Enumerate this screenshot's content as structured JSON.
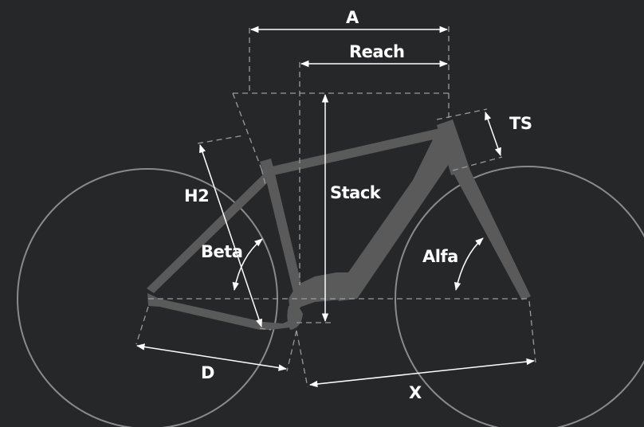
{
  "labels": {
    "a": "A",
    "reach": "Reach",
    "ts": "TS",
    "h2": "H2",
    "stack": "Stack",
    "beta": "Beta",
    "alfa": "Alfa",
    "d": "D",
    "x": "X"
  },
  "colors": {
    "background": "#262728",
    "frame": "#5a5a5a",
    "wheel": "#8a8a8a",
    "dimension_line": "#ffffff",
    "dashed_guide": "#9a9a9a"
  }
}
